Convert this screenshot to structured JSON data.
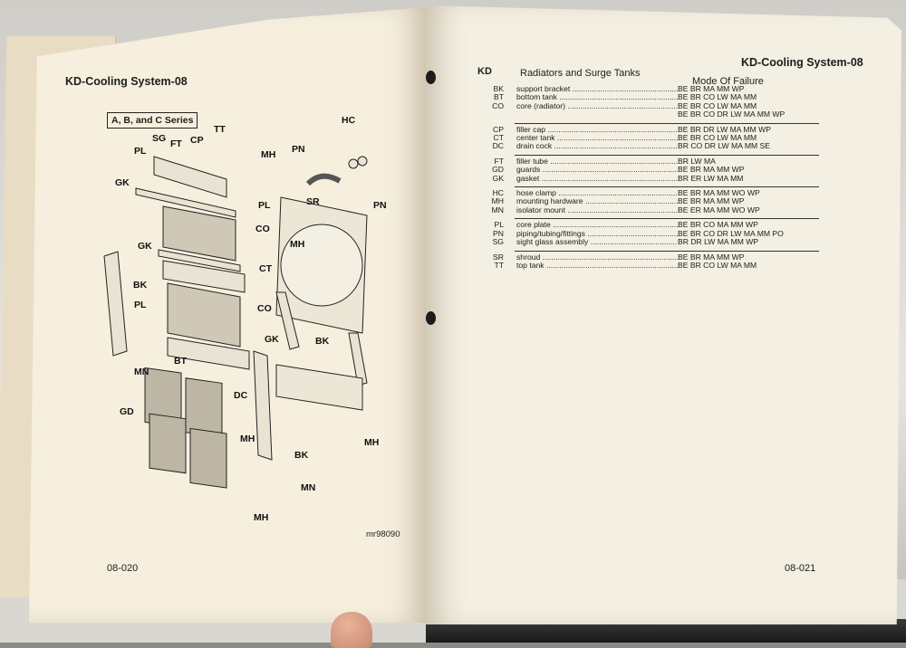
{
  "left_page": {
    "header": "KD-Cooling System-08",
    "series_box": "A, B, and C Series",
    "figure_id": "mr98090",
    "page_number": "08-020",
    "labels": [
      "PL",
      "SG",
      "FT",
      "CP",
      "TT",
      "MH",
      "GK",
      "PL",
      "CO",
      "GK",
      "CT",
      "BK",
      "PL",
      "CO",
      "GK",
      "BT",
      "MN",
      "GD",
      "DC",
      "MH",
      "BK",
      "MH",
      "MN",
      "MH",
      "PN",
      "SR",
      "MH",
      "HC",
      "PN",
      "BK"
    ]
  },
  "right_page": {
    "header": "KD-Cooling System-08",
    "col_code_head": "KD",
    "col_title": "Radiators and Surge Tanks",
    "col_mode_head": "Mode Of Failure",
    "page_number": "08-021",
    "groups": [
      [
        {
          "code": "BK",
          "desc": "support bracket",
          "modes": [
            "BE BR MA MM WP"
          ]
        },
        {
          "code": "BT",
          "desc": "bottom tank",
          "modes": [
            "BE BR CO LW MA MM"
          ]
        },
        {
          "code": "CO",
          "desc": "core (radiator)",
          "modes": [
            "BE BR CO LW MA MM",
            "BE BR CO DR LW MA MM WP"
          ]
        }
      ],
      [
        {
          "code": "CP",
          "desc": "filler cap",
          "modes": [
            "BE BR DR LW MA MM WP"
          ]
        },
        {
          "code": "CT",
          "desc": "center tank",
          "modes": [
            "BE BR CO LW MA MM"
          ]
        },
        {
          "code": "DC",
          "desc": "drain cock",
          "modes": [
            "BR CO DR LW MA MM SE"
          ]
        }
      ],
      [
        {
          "code": "FT",
          "desc": "filler tube",
          "modes": [
            "BR LW MA"
          ]
        },
        {
          "code": "GD",
          "desc": "guards",
          "modes": [
            "BE BR MA MM WP"
          ]
        },
        {
          "code": "GK",
          "desc": "gasket",
          "modes": [
            "BR ER LW MA MM"
          ]
        }
      ],
      [
        {
          "code": "HC",
          "desc": "hose clamp",
          "modes": [
            "BE BR MA MM WO WP"
          ]
        },
        {
          "code": "MH",
          "desc": "mounting hardware",
          "modes": [
            "BE BR MA MM WP"
          ]
        },
        {
          "code": "MN",
          "desc": "isolator mount",
          "modes": [
            "BE ER MA MM WO WP"
          ]
        }
      ],
      [
        {
          "code": "PL",
          "desc": "core plate",
          "modes": [
            "BE BR CO MA MM WP"
          ]
        },
        {
          "code": "PN",
          "desc": "piping/tubing/fittings",
          "modes": [
            "BE BR CO DR LW MA MM PO"
          ]
        },
        {
          "code": "SG",
          "desc": "sight glass assembly",
          "modes": [
            "BR DR LW MA MM WP"
          ]
        }
      ],
      [
        {
          "code": "SR",
          "desc": "shroud",
          "modes": [
            "BE BR MA MM WP"
          ]
        },
        {
          "code": "TT",
          "desc": "top tank",
          "modes": [
            "BE BR CO LW MA MM"
          ]
        }
      ]
    ]
  }
}
